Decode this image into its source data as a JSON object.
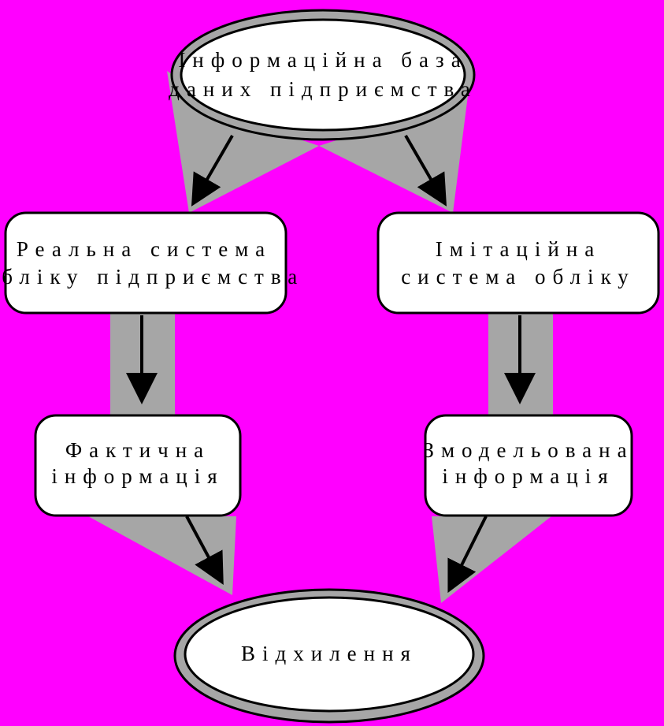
{
  "background_color": "#ff00ff",
  "connector_color": "#a6a6a6",
  "nodes": {
    "database": {
      "line1": "Інформаційна база",
      "line2": "даних підприємства"
    },
    "real_system": {
      "line1": "Реальна система",
      "line2": "обліку підприємства"
    },
    "imitation_system": {
      "line1": "Імітаційна",
      "line2": "система обліку"
    },
    "actual_info": {
      "line1": "Фактична",
      "line2": "інформація"
    },
    "modeled_info": {
      "line1": "Змодельована",
      "line2": "інформація"
    },
    "deviation": {
      "line1": "Відхилення"
    }
  }
}
